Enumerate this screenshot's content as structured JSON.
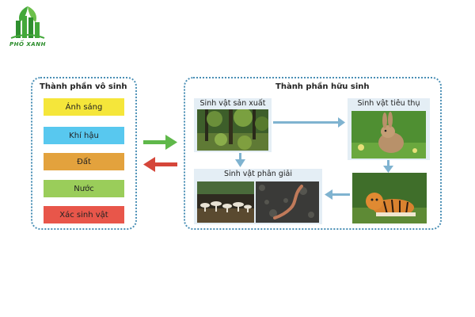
{
  "logo": {
    "text": "PHỐ XANH",
    "icon": "building-leaf-logo-icon"
  },
  "abiotic": {
    "title": "Thành phần vô sinh",
    "items": [
      {
        "label": "Ánh sáng",
        "color": "#f5e63a"
      },
      {
        "label": "Khí hậu",
        "color": "#58c8ef"
      },
      {
        "label": "Đất",
        "color": "#e3a23d"
      },
      {
        "label": "Nước",
        "color": "#9acd5a"
      },
      {
        "label": "Xác sinh vật",
        "color": "#e8564a"
      }
    ]
  },
  "biotic": {
    "title": "Thành phần hữu sinh",
    "producer": "Sinh vật sản xuất",
    "consumer": "Sinh vật tiêu thụ",
    "decomposer": "Sinh vật phân giải"
  },
  "colors": {
    "border": "#4a8fb5",
    "flow_arrow": "#7fb3d0",
    "to_biotic_arrow": "#5fb84a",
    "to_abiotic_arrow": "#d5463a"
  }
}
